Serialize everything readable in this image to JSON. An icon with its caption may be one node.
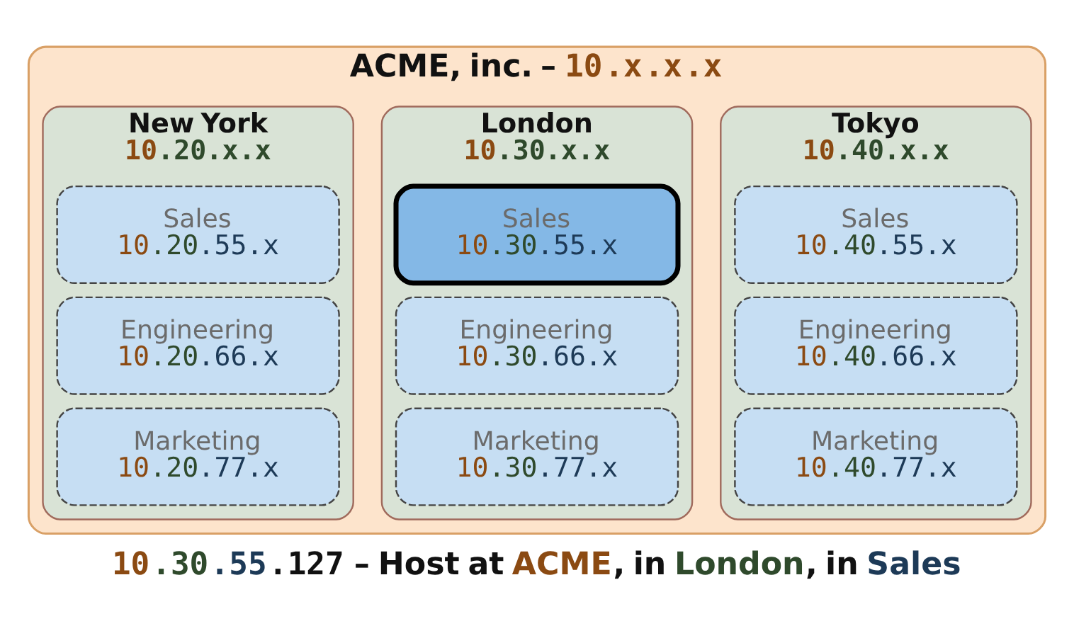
{
  "diagram": {
    "caption": "10.30.55.127 – Host at ACME, in London, in Sales",
    "nodes": [
      {
        "text": [
          "ACME, inc. – 10.x.x.x"
        ]
      },
      {
        "text": [
          "New York",
          "10.20.x.x"
        ],
        "in": 0
      },
      {
        "text": [
          "Sales",
          "10.20.55.x"
        ],
        "in": 1
      },
      {
        "text": [
          "Engineering",
          "10.20.66.x"
        ],
        "in": 1
      },
      {
        "text": [
          "Marketing",
          "10.20.77.x"
        ],
        "in": 1
      },
      {
        "text": [
          "London",
          "10.30.x.x"
        ],
        "in": 0
      },
      {
        "text": [
          "Sales",
          "10.30.55.x"
        ],
        "in": 5
      },
      {
        "text": [
          "Engineering",
          "10.30.66.x"
        ],
        "in": 5
      },
      {
        "text": [
          "Marketing",
          "10.30.77.x"
        ],
        "in": 5
      },
      {
        "text": [
          "Tokyo",
          "10.40.x.x"
        ],
        "in": 0
      },
      {
        "text": [
          "Sales",
          "10.40.55.x"
        ],
        "in": 9
      },
      {
        "text": [
          "Engineering",
          "10.40.66.x"
        ],
        "in": 9
      },
      {
        "text": [
          "Marketing",
          "10.40.77.x"
        ],
        "in": 9
      }
    ],
    "edges": []
  }
}
